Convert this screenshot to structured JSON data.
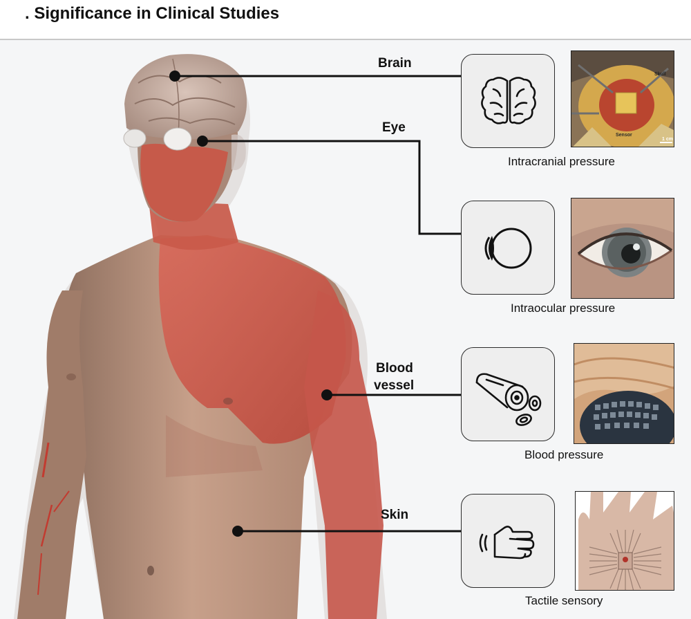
{
  "title": ". Significance in Clinical Studies",
  "labels": {
    "brain": "Brain",
    "eye": "Eye",
    "blood_vessel_line1": "Blood",
    "blood_vessel_line2": "vessel",
    "skin": "Skin"
  },
  "captions": {
    "brain": "Intracranial pressure",
    "eye": "Intraocular pressure",
    "blood_vessel": "Blood pressure",
    "skin": "Tactile sensory"
  },
  "photo_annotations": {
    "skull": "Skull",
    "sensor": "Sensor",
    "scale": "1 cm"
  },
  "icons": {
    "brain": "brain-icon",
    "eye": "eye-icon",
    "blood_vessel": "blood-vessel-icon",
    "skin": "touch-hand-icon"
  },
  "colors": {
    "muscle": "#cf5a4a",
    "skin_tone": "#b8917a",
    "line": "#111111",
    "box_fill": "#eeeeee"
  }
}
